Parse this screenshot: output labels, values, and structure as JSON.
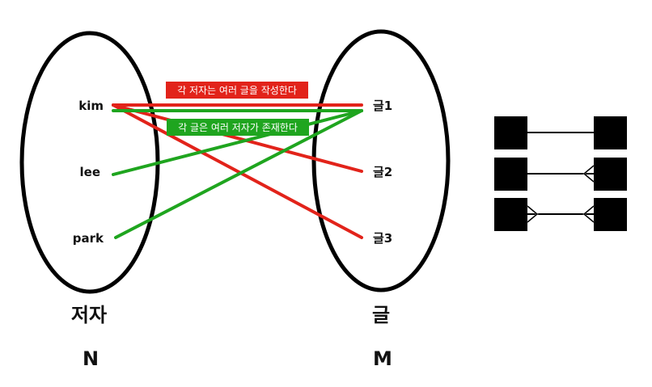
{
  "authors": {
    "heading": "저자",
    "cardinality": "N",
    "items": [
      "kim",
      "lee",
      "park"
    ]
  },
  "posts": {
    "heading": "글",
    "cardinality": "M",
    "items": [
      "글1",
      "글2",
      "글3"
    ]
  },
  "banners": {
    "red": "각 저자는 여러 글을 작성한다",
    "green": "각 글은 여러 저자가 존재한다"
  },
  "colors": {
    "red": "#e2231a",
    "green": "#1fa51f",
    "ink": "#000000"
  },
  "relations": {
    "red_links": [
      [
        "kim",
        "글1"
      ],
      [
        "kim",
        "글2"
      ],
      [
        "kim",
        "글3"
      ]
    ],
    "green_links": [
      [
        "글1",
        "kim"
      ],
      [
        "글1",
        "lee"
      ],
      [
        "글1",
        "park"
      ]
    ]
  },
  "notation_legend": {
    "rows": [
      "one-to-one",
      "one-to-many",
      "many-to-many"
    ]
  }
}
